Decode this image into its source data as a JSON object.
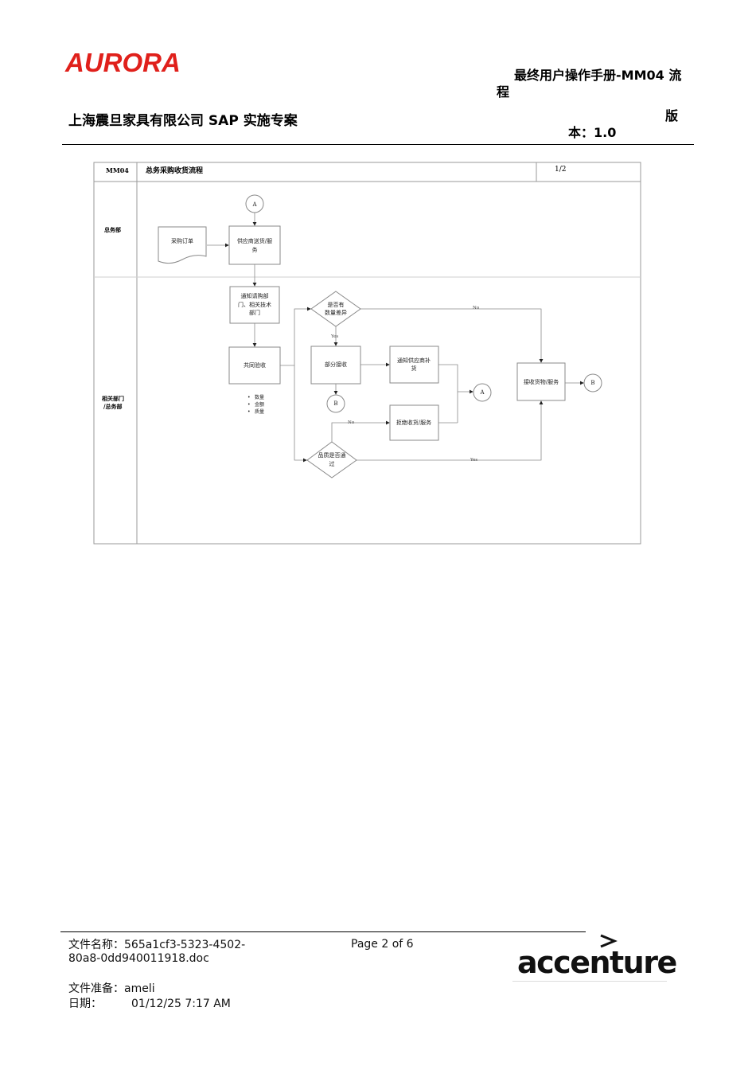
{
  "header": {
    "logo": "AURORA",
    "doc_title_line1": "最终用户操作手册-MM04 流",
    "doc_title_line2": "程",
    "company": "上海震旦家具有限公司 SAP 实施专案",
    "version_line1": "版",
    "version_line2": "本：1.0"
  },
  "flow": {
    "code": "MM04",
    "title": "总务采购收货流程",
    "page": "1/2",
    "lanes": {
      "lane1": "总务部",
      "lane2_line1": "相关部门",
      "lane2_line2": "/总务部"
    },
    "nodes": {
      "connector_a_top": "A",
      "purchase_order": "采购订单",
      "supplier_line1": "供应商送货/服",
      "supplier_line2": "务",
      "notify_line1": "通知请购部",
      "notify_line2": "门、相关技术",
      "notify_line3": "部门",
      "joint_accept": "共同验收",
      "check_items": [
        "数量",
        "金额",
        "质量"
      ],
      "qty_diff_line1": "是否有",
      "qty_diff_line2": "数量差异",
      "partial_receive": "部分接收",
      "connector_b_mid": "B",
      "notify_supplier_line1": "通知供应商补",
      "notify_supplier_line2": "货",
      "connector_a_right": "A",
      "reject": "拒绝收货/服务",
      "quality_line1": "品质是否通",
      "quality_line2": "过",
      "receive_goods": "接收货物/服务",
      "connector_b_right": "B"
    },
    "labels": {
      "no_top": "No",
      "yes_mid": "Yes",
      "no_bottom": "No",
      "yes_bottom": "Yes"
    }
  },
  "footer": {
    "filename_line1": "文件名称：565a1cf3-5323-4502-",
    "filename_line2": "80a8-0dd940011918.doc",
    "page": "Page 2 of 6",
    "preparer": "文件准备：ameli",
    "date_label": "日期：",
    "date_value": "01/12/25 7:17 AM",
    "logo": "accenture"
  }
}
